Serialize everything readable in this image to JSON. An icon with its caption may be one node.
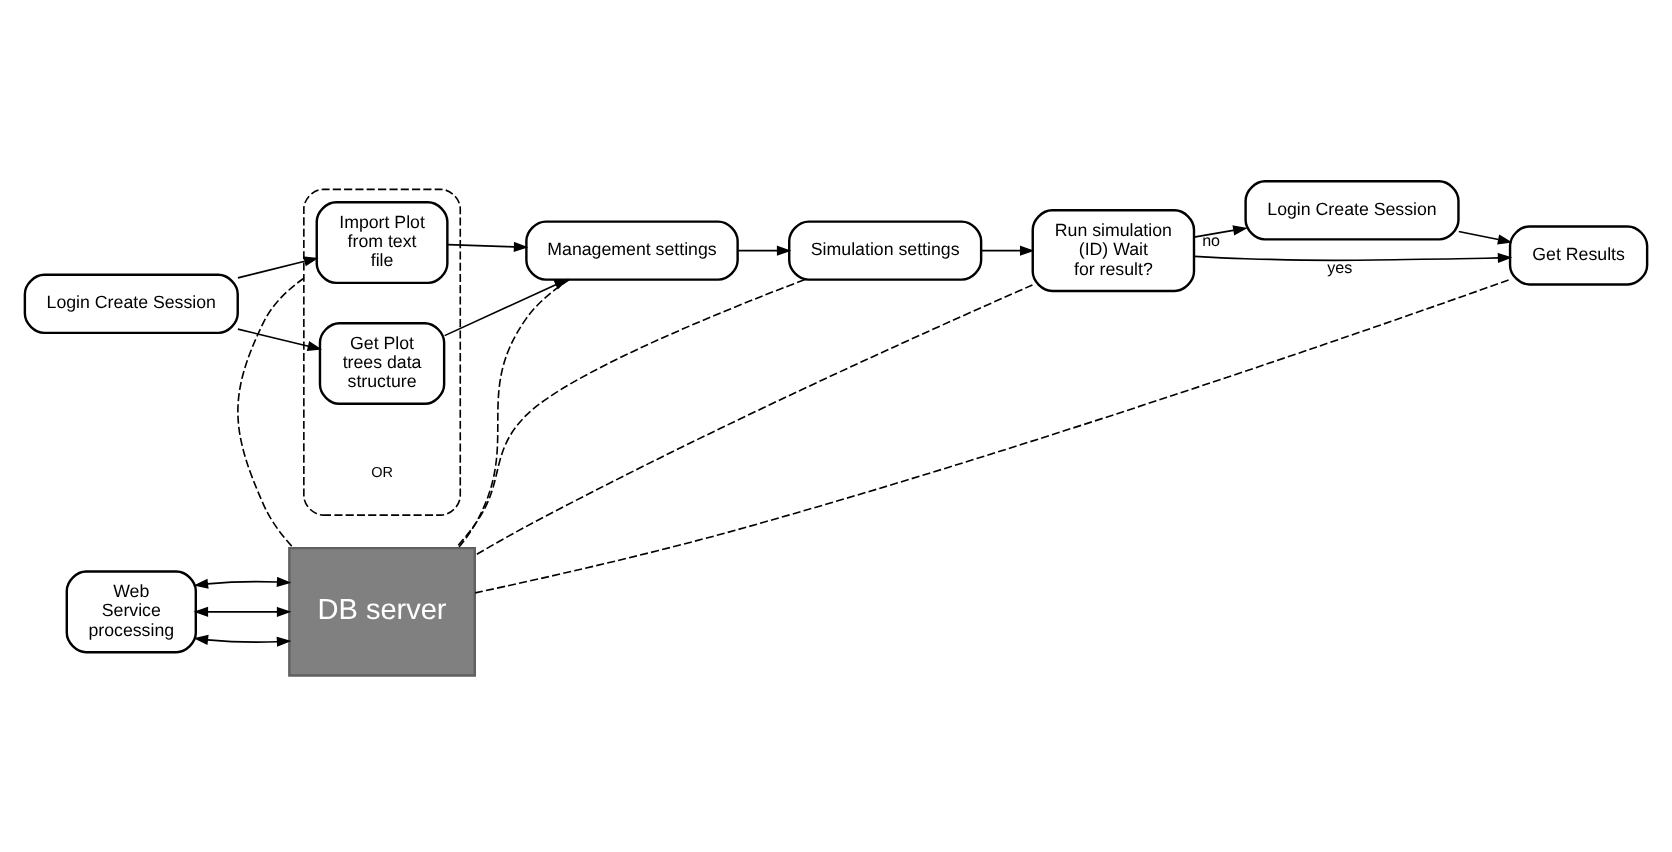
{
  "diagram": {
    "nodes": [
      {
        "text": [
          "Login Create Session"
        ]
      },
      {
        "text": [],
        "shape": "box"
      },
      {
        "text": [
          "Import Plot from text file"
        ],
        "in": 1
      },
      {
        "text": [
          "Get Plot trees data structure"
        ],
        "in": 1
      },
      {
        "text": [
          "Management settings"
        ]
      },
      {
        "text": [
          "Simulation settings"
        ]
      },
      {
        "text": [
          "Run simulation (ID) Wait for result?"
        ]
      },
      {
        "text": [
          "Web Service processing"
        ]
      },
      {
        "text": [
          "DB server"
        ]
      },
      {
        "text": [
          "Login Create Session"
        ]
      },
      {
        "text": [
          "Get Results"
        ]
      }
    ],
    "edges": [
      {
        "from": 0,
        "to": 2,
        "arrow": "to"
      },
      {
        "from": 0,
        "to": 3,
        "arrow": "to"
      },
      {
        "from": 2,
        "to": 4,
        "arrow": "to"
      },
      {
        "from": 3,
        "to": 4,
        "arrow": "to"
      },
      {
        "from": 4,
        "to": 5,
        "arrow": "to"
      },
      {
        "from": 5,
        "to": 6,
        "arrow": "to"
      },
      {
        "from": 6,
        "to": 9,
        "arrow": "to",
        "label": "no"
      },
      {
        "from": 6,
        "to": 10,
        "arrow": "to",
        "label": "yes"
      },
      {
        "from": 9,
        "to": 10,
        "arrow": "to"
      },
      {
        "from": 1,
        "to": 8,
        "arrow": "none",
        "style": "dashed"
      },
      {
        "from": 4,
        "to": 8,
        "arrow": "none",
        "style": "dashed"
      },
      {
        "from": 5,
        "to": 8,
        "arrow": "none",
        "style": "dashed"
      },
      {
        "from": 6,
        "to": 8,
        "arrow": "none",
        "style": "dashed"
      },
      {
        "from": 8,
        "to": 10,
        "arrow": "none",
        "style": "dashed"
      },
      {
        "from": 7,
        "to": 8,
        "arrow": "both"
      },
      {
        "from": 7,
        "to": 8,
        "arrow": "both"
      },
      {
        "from": 7,
        "to": 8,
        "arrow": "both"
      }
    ],
    "labels": [
      "OR"
    ]
  }
}
